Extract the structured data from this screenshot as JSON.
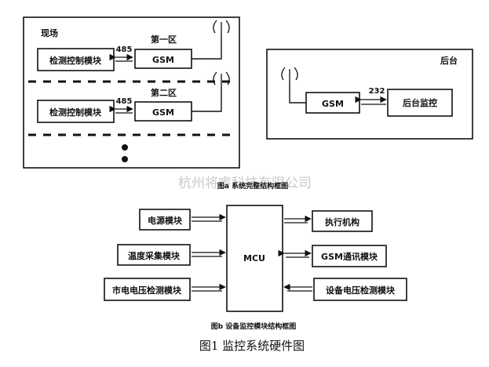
{
  "figure_a": {
    "site_label": "现场",
    "zone1": {
      "title": "第一区",
      "detect_module": "检测控制模块",
      "bus": "485",
      "gsm": "GSM"
    },
    "zone2": {
      "title": "第二区",
      "detect_module": "检测控制模块",
      "bus": "485",
      "gsm": "GSM"
    },
    "backend_label": "后台",
    "backend_gsm": "GSM",
    "backend_bus": "232",
    "backend_monitor": "后台监控",
    "caption": "图a  系统完整结构框图"
  },
  "watermark": "杭州将睿科技有限公司",
  "figure_b": {
    "center": "MCU",
    "left_modules": [
      "电源模块",
      "温度采集模块",
      "市电电压检测模块"
    ],
    "right_modules": [
      "执行机构",
      "GSM通讯模块",
      "设备电压检测模块"
    ],
    "caption": "图b  设备监控模块结构框图"
  },
  "main_caption": "图1  监控系统硬件图"
}
